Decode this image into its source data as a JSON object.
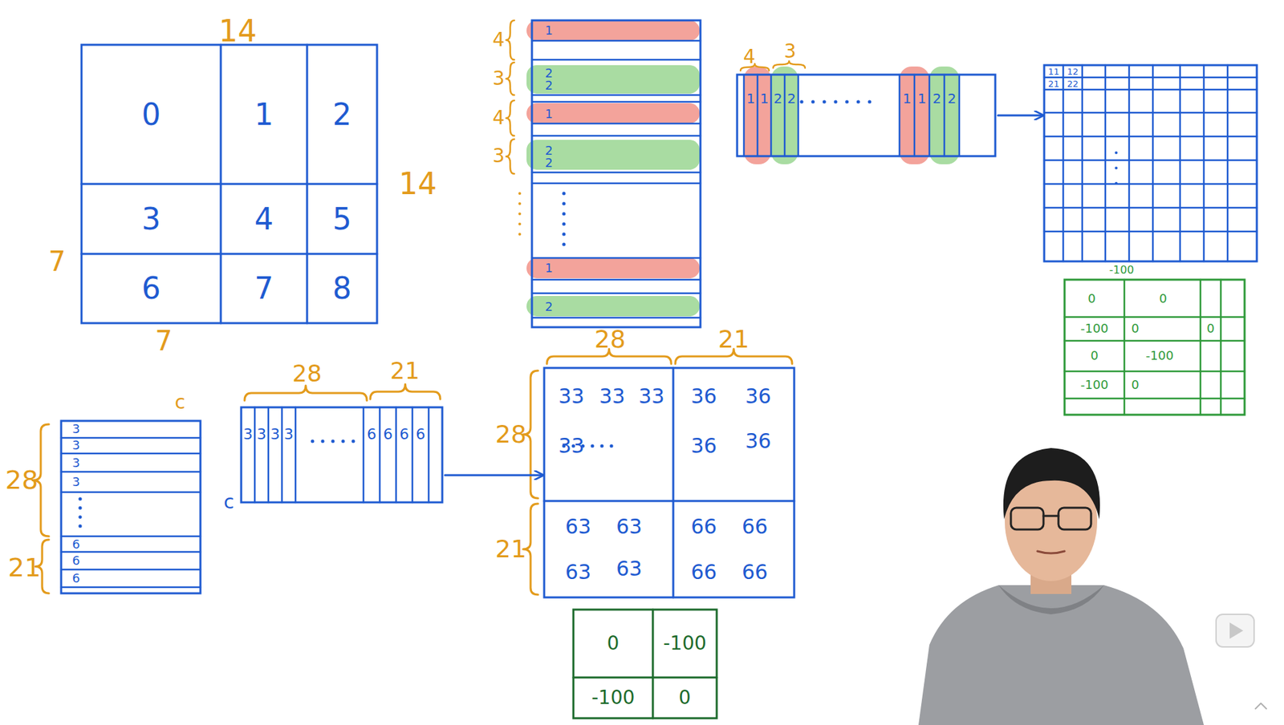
{
  "diagram": {
    "nodes": [
      {
        "text": [
          "0"
        ]
      },
      {
        "text": [
          "1"
        ]
      },
      {
        "text": [
          "2"
        ]
      },
      {
        "text": [
          "3"
        ]
      },
      {
        "text": [
          "4"
        ]
      },
      {
        "text": [
          "5"
        ]
      },
      {
        "text": [
          "6"
        ]
      },
      {
        "text": [
          "7"
        ]
      },
      {
        "text": [
          "8"
        ]
      },
      {
        "text": [
          "1",
          "2",
          "2",
          "1",
          "2",
          "2",
          "1",
          "2"
        ]
      },
      {
        "text": [
          "1",
          "1",
          "2",
          "2",
          "1",
          "1",
          "2",
          "2"
        ]
      },
      {
        "text": [
          "11",
          "12",
          "21",
          "22"
        ]
      },
      {
        "text": [
          "0",
          "0",
          "-100",
          "0",
          "0",
          "0",
          "-100",
          "-100",
          "0"
        ]
      },
      {
        "text": [
          "3",
          "3",
          "3",
          "3",
          "6",
          "6",
          "6"
        ]
      },
      {
        "text": [
          "3",
          "3",
          "3",
          "3",
          "6",
          "6",
          "6",
          "6"
        ]
      },
      {
        "text": [
          "33",
          "33",
          "33",
          "33"
        ]
      },
      {
        "text": [
          "36",
          "36",
          "36",
          "36"
        ]
      },
      {
        "text": [
          "63",
          "63",
          "63",
          "63"
        ]
      },
      {
        "text": [
          "66",
          "66",
          "66",
          "66"
        ]
      },
      {
        "text": [
          "0"
        ]
      },
      {
        "text": [
          "-100"
        ]
      },
      {
        "text": [
          "-100"
        ]
      },
      {
        "text": [
          "0"
        ]
      }
    ],
    "edges": [
      {
        "from": 10,
        "to": 11,
        "arrow": "to"
      },
      {
        "from": 14,
        "to": 15,
        "arrow": "to"
      }
    ],
    "labels": [
      "14",
      "14",
      "7",
      "7",
      "4",
      "3",
      "4",
      "3",
      "4",
      "3",
      "-100",
      "c",
      "c",
      "28",
      "21",
      "28",
      "21",
      "28",
      "21",
      "28",
      "21"
    ]
  }
}
